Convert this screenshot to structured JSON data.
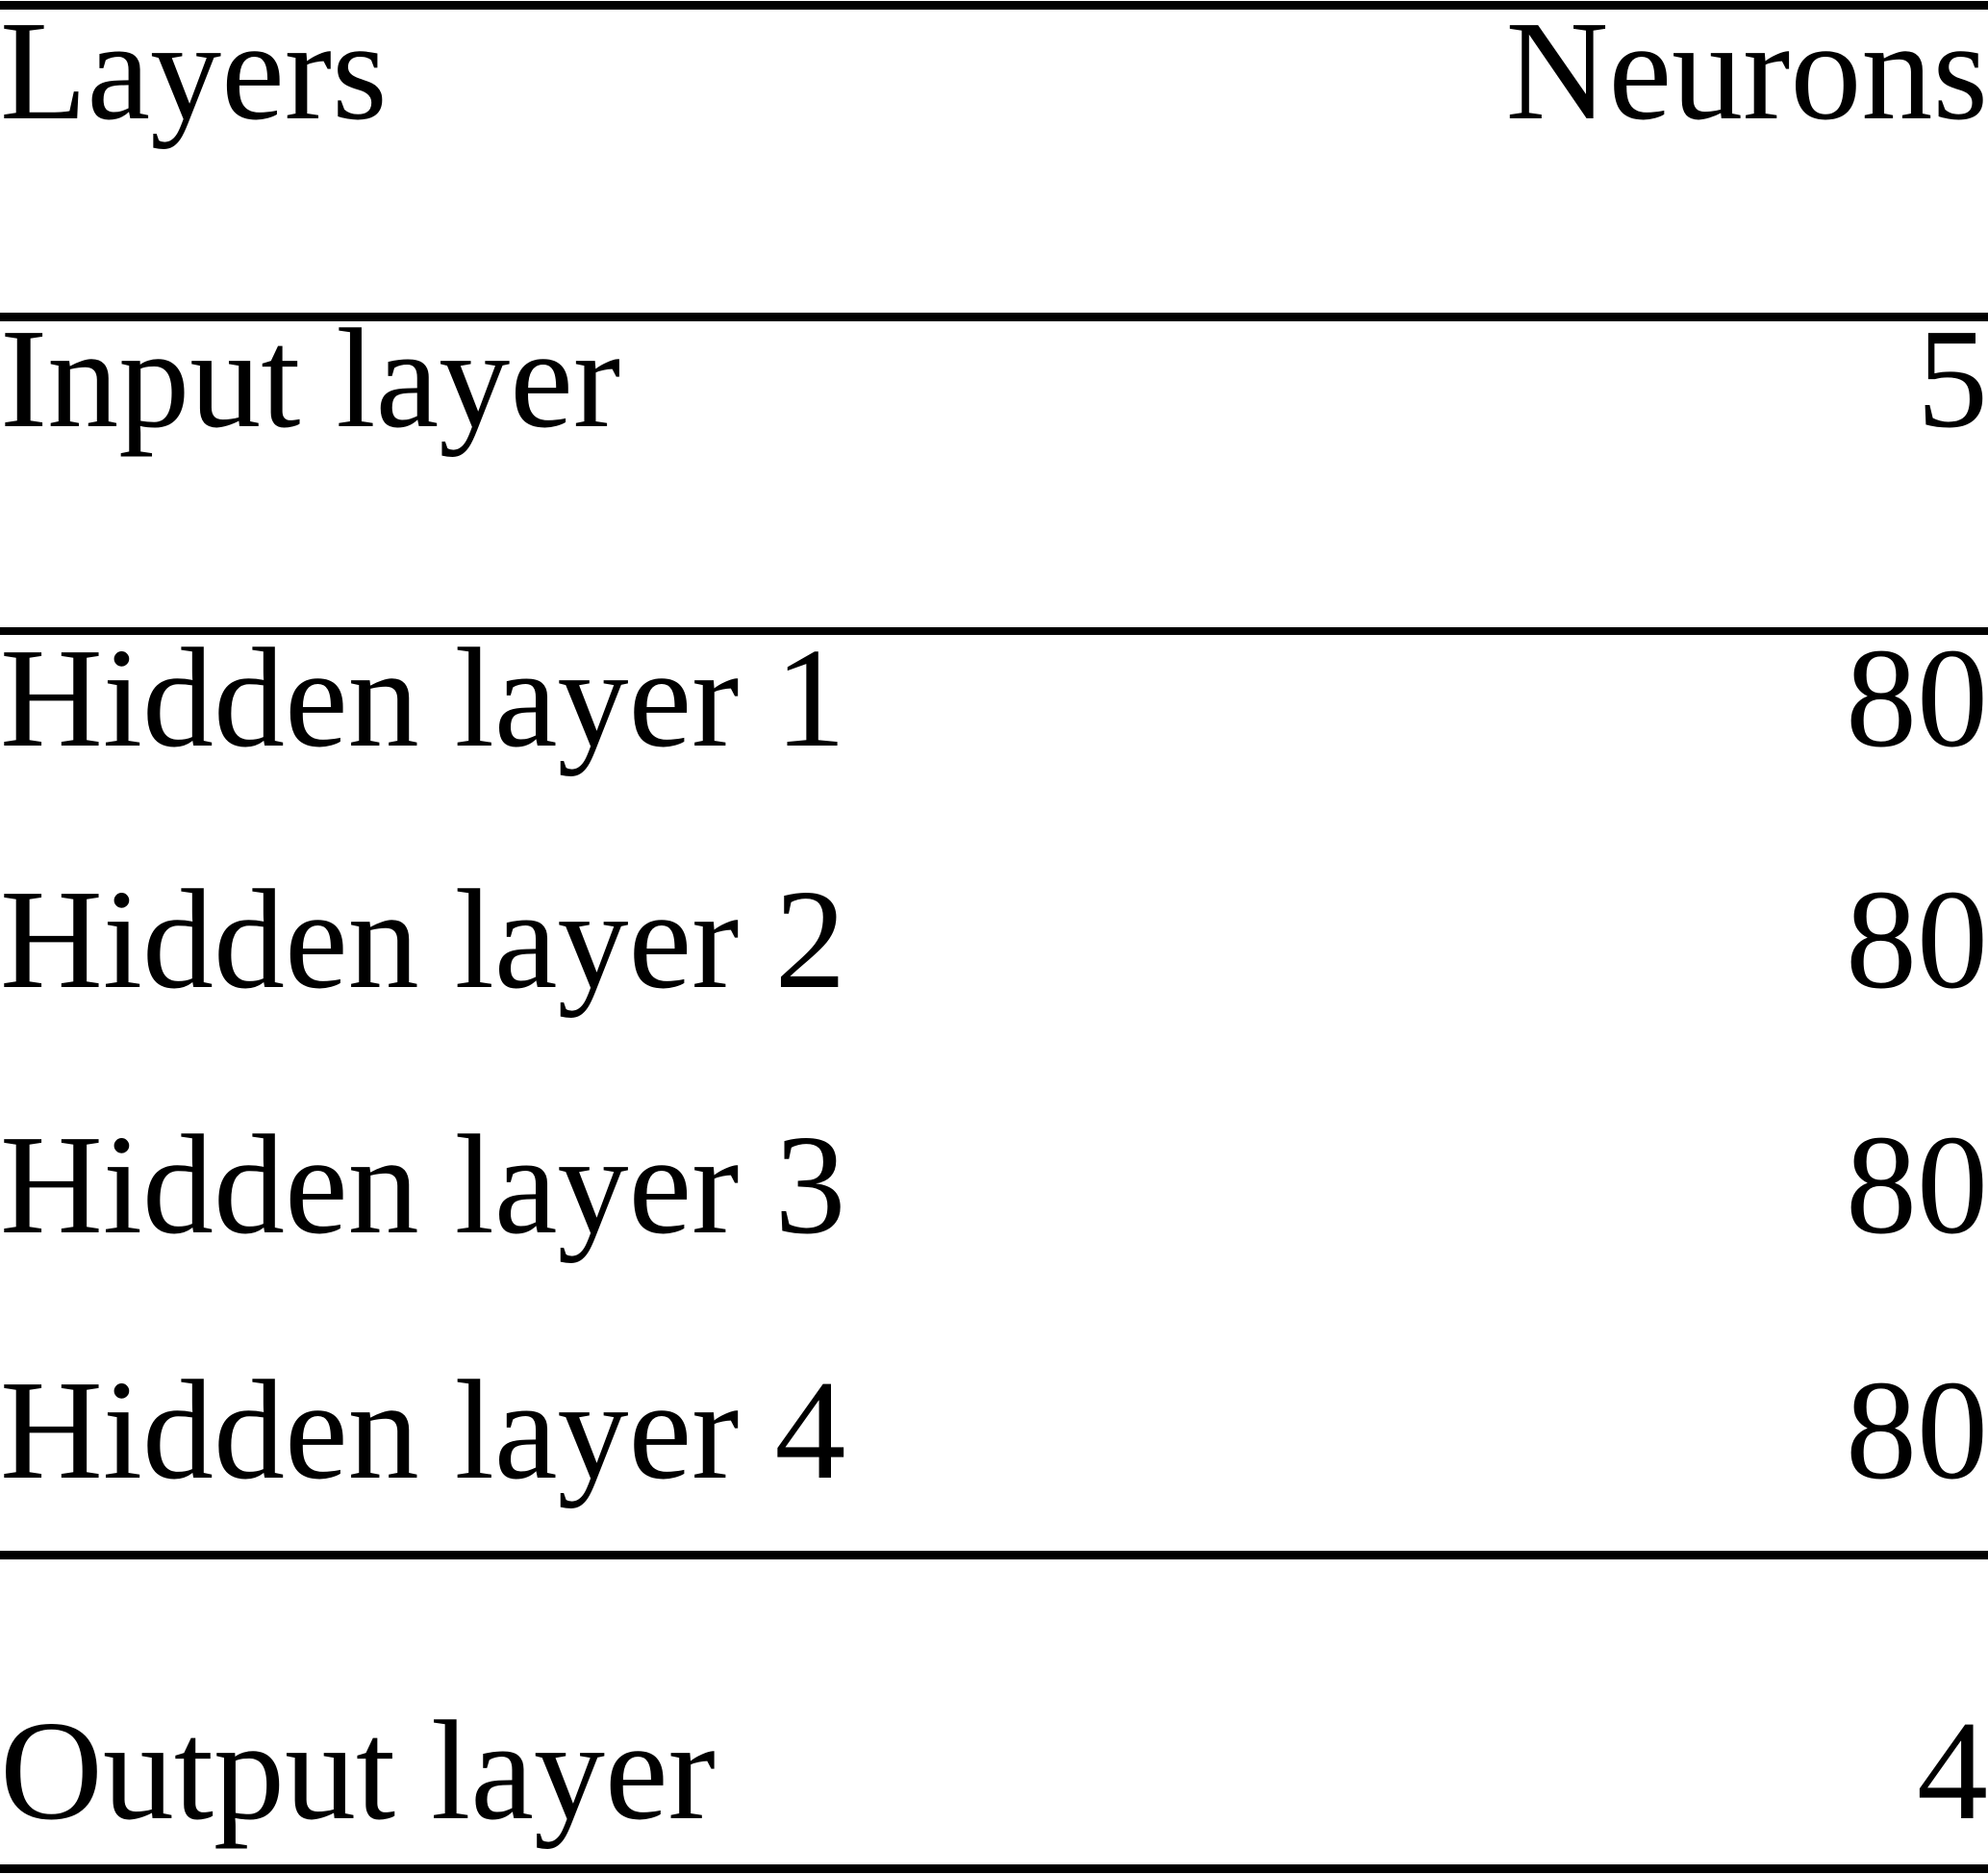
{
  "document": {
    "kind": "table",
    "background_color": "#ffffff",
    "text_color": "#000000"
  },
  "table": {
    "headers": {
      "layers": "Layers",
      "neurons": "Neurons"
    },
    "sections": [
      {
        "name": "input",
        "rows": [
          {
            "layer": "Input layer",
            "neurons": "5"
          }
        ]
      },
      {
        "name": "hidden",
        "rows": [
          {
            "layer": "Hidden layer 1",
            "neurons": "80"
          },
          {
            "layer": "Hidden layer 2",
            "neurons": "80"
          },
          {
            "layer": "Hidden layer 3",
            "neurons": "80"
          },
          {
            "layer": "Hidden layer 4",
            "neurons": "80"
          }
        ]
      },
      {
        "name": "output",
        "rows": [
          {
            "layer": "Output layer",
            "neurons": "4"
          }
        ]
      }
    ]
  },
  "chart_data": {
    "type": "table",
    "title": "",
    "columns": [
      "Layers",
      "Neurons"
    ],
    "rows": [
      [
        "Input layer",
        5
      ],
      [
        "Hidden layer 1",
        80
      ],
      [
        "Hidden layer 2",
        80
      ],
      [
        "Hidden layer 3",
        80
      ],
      [
        "Hidden layer 4",
        80
      ],
      [
        "Output layer",
        4
      ]
    ],
    "categories": [
      "Input layer",
      "Hidden layer 1",
      "Hidden layer 2",
      "Hidden layer 3",
      "Hidden layer 4",
      "Output layer"
    ],
    "values": [
      5,
      80,
      80,
      80,
      80,
      4
    ],
    "xlabel": "Layers",
    "ylabel": "Neurons",
    "grid": false,
    "legend": false
  }
}
